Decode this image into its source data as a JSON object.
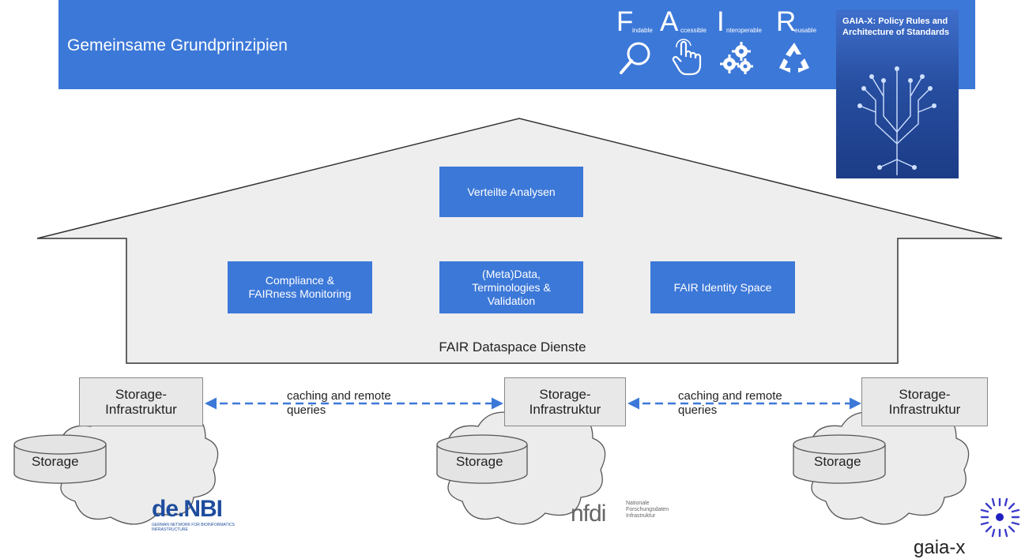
{
  "header": {
    "title": "Gemeinsame Grundprinzipien",
    "fair": [
      {
        "letter": "F",
        "word": "indable",
        "icon": "magnifier-icon"
      },
      {
        "letter": "A",
        "word": "ccessible",
        "icon": "pointer-hand-icon"
      },
      {
        "letter": "I",
        "word": "nteroperable",
        "icon": "gears-icon"
      },
      {
        "letter": "R",
        "word": "eusable",
        "icon": "recycle-icon"
      }
    ]
  },
  "gaia_book": {
    "title": "GAIA-X: Policy Rules and Architecture of Standards"
  },
  "house": {
    "label": "FAIR Dataspace Dienste",
    "top_box": "Verteilte Analysen",
    "boxes": [
      "Compliance &\nFAIRness Monitoring",
      "(Meta)Data,\nTerminologies &\nValidation",
      "FAIR Identity Space"
    ]
  },
  "storage": {
    "infra_label": "Storage-\nInfrastruktur",
    "db_label": "Storage",
    "arrow_label": "caching and remote\nqueries"
  },
  "logos": {
    "denbi": "de.NBI",
    "denbi_sub": "GERMAN NETWORK FOR BIOINFORMATICS INFRASTRUCTURE",
    "nfdi": "nfdi",
    "nfdi_sub": "Nationale\nForschungsdaten\nInfrastruktur",
    "gaiax": "gaia-x"
  },
  "colors": {
    "accent": "#3c78d8",
    "house_fill": "#eeeeee",
    "arrow": "#3c78d8"
  }
}
